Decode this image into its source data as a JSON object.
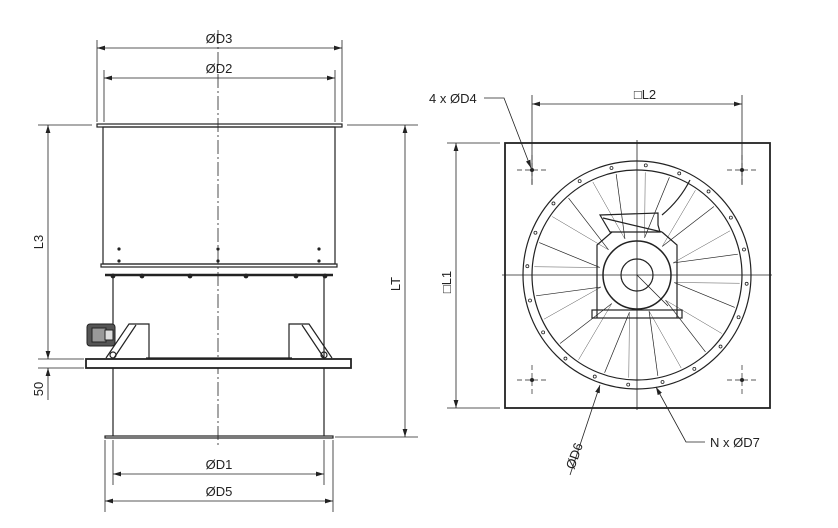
{
  "side_view": {
    "labels": {
      "d3": "ØD3",
      "d2": "ØD2",
      "l3": "L3",
      "fifty": "50",
      "lt": "LT",
      "d1": "ØD1",
      "d5": "ØD5"
    }
  },
  "front_view": {
    "labels": {
      "d4": "4 x ØD4",
      "l2": "□L2",
      "l1": "□L1",
      "d6": "ØD6",
      "d7": "N x ØD7"
    }
  }
}
